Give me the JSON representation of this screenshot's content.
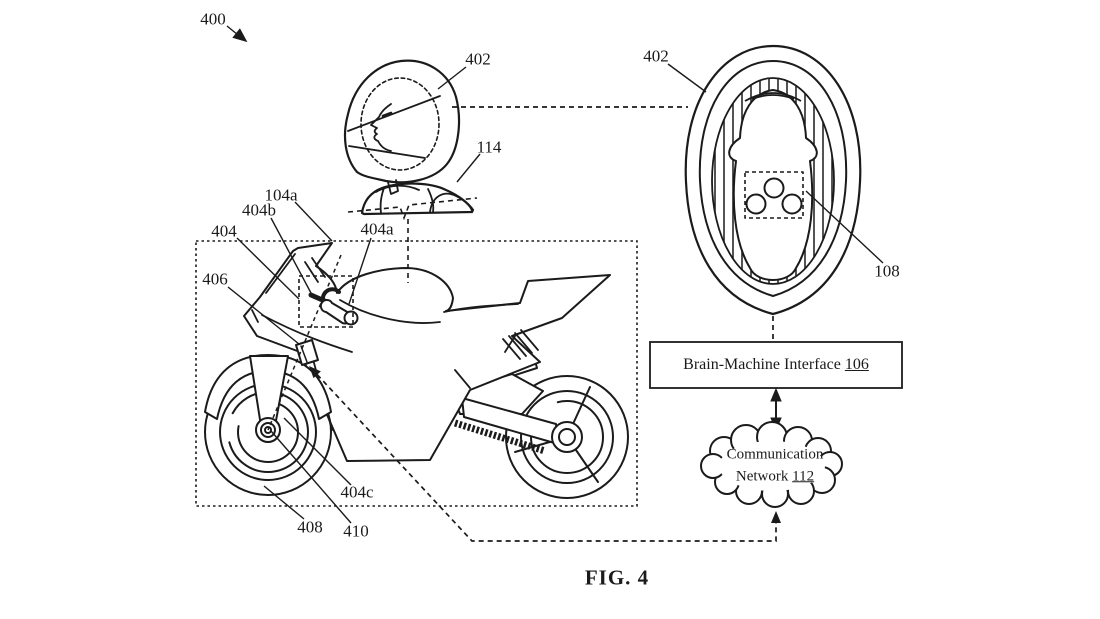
{
  "figure": {
    "caption": "FIG. 4",
    "background": "#ffffff",
    "line_color": "#1b1b1b"
  },
  "labels": {
    "system": "400",
    "helmet_side": "402",
    "rider": "114",
    "control_unit": "104a",
    "sensor_404b": "404b",
    "sensor_404": "404",
    "sensor_406": "406",
    "sensor_404a": "404a",
    "helmet_top": "402",
    "electrodes": "108",
    "sensor_404c": "404c",
    "front_tire": "408",
    "front_hub": "410"
  },
  "bmi_box": {
    "title": "Brain-Machine Interface",
    "ref": "106"
  },
  "network_cloud": {
    "line1": "Communication",
    "line2": "Network",
    "ref": "112"
  }
}
